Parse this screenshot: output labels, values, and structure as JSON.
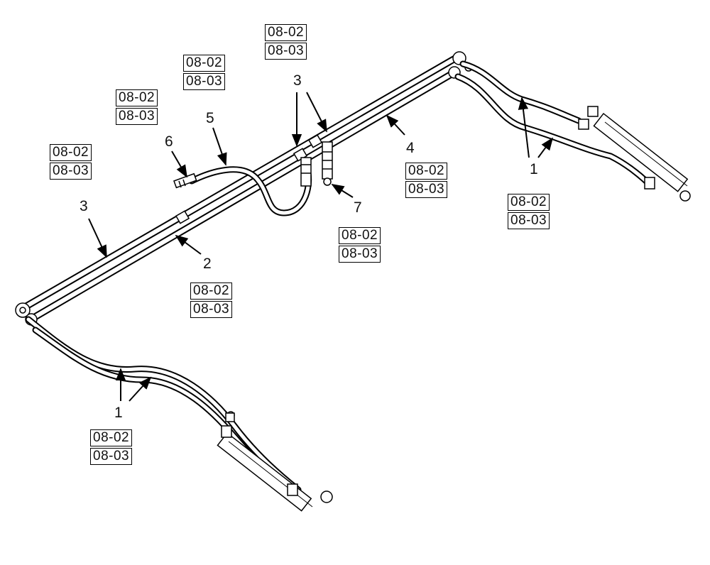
{
  "parts": {
    "p1": "1",
    "p2": "2",
    "p3": "3",
    "p4": "4",
    "p5": "5",
    "p6": "6",
    "p7": "7"
  },
  "refs": [
    {
      "a": "08-02",
      "b": "08-03"
    },
    {
      "a": "08-02",
      "b": "08-03"
    },
    {
      "a": "08-02",
      "b": "08-03"
    },
    {
      "a": "08-02",
      "b": "08-03"
    },
    {
      "a": "08-02",
      "b": "08-03"
    },
    {
      "a": "08-02",
      "b": "08-03"
    },
    {
      "a": "08-02",
      "b": "08-03"
    },
    {
      "a": "08-02",
      "b": "08-03"
    },
    {
      "a": "08-02",
      "b": "08-03"
    }
  ]
}
